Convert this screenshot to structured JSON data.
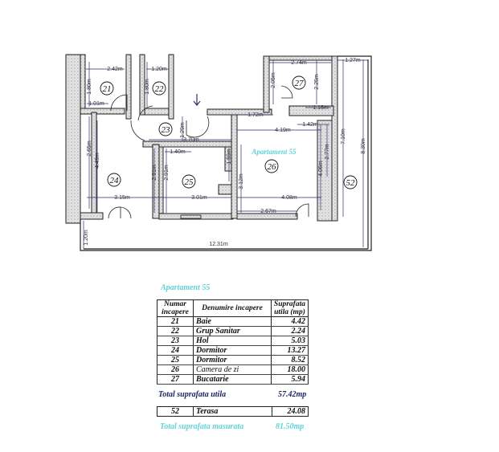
{
  "plan": {
    "apartment_label": "Apartament 55",
    "rooms": [
      "21",
      "22",
      "23",
      "24",
      "25",
      "26",
      "27",
      "52"
    ],
    "dims": {
      "d2_42": "2.42m",
      "d1_20a": "1.20m",
      "d1_80a": "1.80m",
      "d1_80b": "1.80m",
      "d1_01": "1.01m",
      "d1_29": "1.29m",
      "d3_70": "3.70m",
      "d1_40": "1.40m",
      "d2_65": "2.65m",
      "d4_49": "4.49m",
      "d2_91a": "2.91m",
      "d2_91b": "2.91m",
      "d1_59": "1.59m",
      "d3_15": "3.15m",
      "d3_01": "3.01m",
      "d1_20b": "1.20m",
      "d12_31": "12.31m",
      "d2_74": "2.74m",
      "d2_05": "2.05m",
      "d2_25": "2.25m",
      "d1_16": "1.16m",
      "d1_72": "1.72m",
      "d1_42": "1.42m",
      "d4_19": "4.19m",
      "d7_10": "7.10m",
      "d8_30": "8.30m",
      "d1_27": "1.27m",
      "d2_77": "2.77m",
      "d4_06": "4.06m",
      "d3_12": "3.12m",
      "d4_08": "4.08m",
      "d2_67": "2.67m"
    },
    "entrance_icon": "arrow-down-icon",
    "colors": {
      "wall": "#cfcfcf",
      "dim_line": "#2d2f6b",
      "accent": "#5fd3d8"
    }
  },
  "table": {
    "title": "Apartament 55",
    "headers": [
      "Numar incapere",
      "Denumire incapere",
      "Suprafata utila (mp)"
    ],
    "rows": [
      {
        "num": "21",
        "name": "Baie",
        "area": "4.42"
      },
      {
        "num": "22",
        "name": "Grup Sanitar",
        "area": "2.24"
      },
      {
        "num": "23",
        "name": "Hol",
        "area": "5.03"
      },
      {
        "num": "24",
        "name": "Dormitor",
        "area": "13.27"
      },
      {
        "num": "25",
        "name": "Dormitor",
        "area": "8.52"
      },
      {
        "num": "26",
        "name": "Camera de zi",
        "area": "18.00"
      },
      {
        "num": "27",
        "name": "Bucatarie",
        "area": "5.94"
      }
    ],
    "total_utila_label": "Total suprafata utila",
    "total_utila_value": "57.42mp",
    "terrace": {
      "num": "52",
      "name": "Terasa",
      "area": "24.08"
    },
    "total_masurata_label": "Total suprafata masurata",
    "total_masurata_value": "81.50mp"
  }
}
